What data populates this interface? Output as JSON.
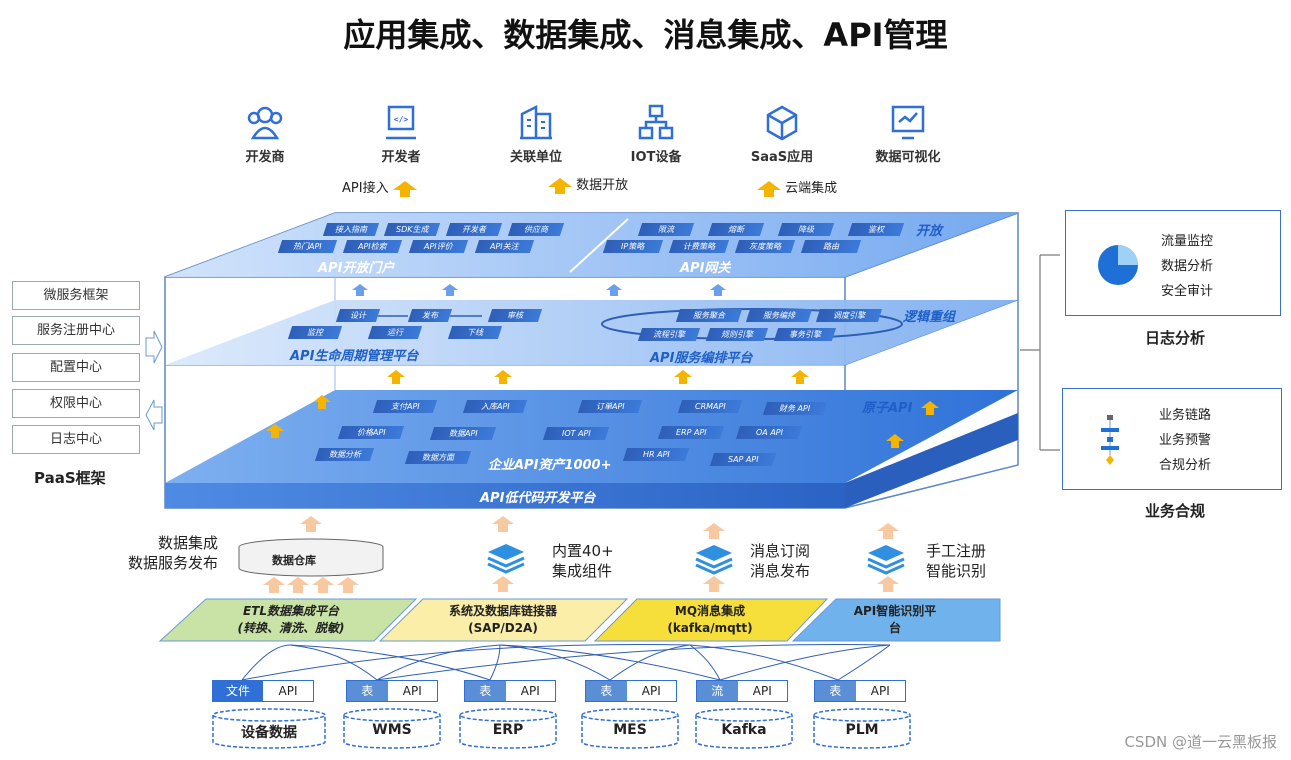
{
  "title": "应用集成、数据集成、消息集成、API管理",
  "consumers": [
    "开发商",
    "开发者",
    "关联单位",
    "IOT设备",
    "SaaS应用",
    "数据可视化"
  ],
  "flows": [
    "API接入",
    "数据开放",
    "云端集成"
  ],
  "layer_open": {
    "portal_label": "API开放门户",
    "gateway_label": "API网关",
    "corner_label": "开放",
    "portal_tags_row1": [
      "接入指南",
      "SDK生成",
      "开发者",
      "供应商"
    ],
    "portal_tags_row2": [
      "热门API",
      "API检索",
      "API评价",
      "API关注"
    ],
    "gateway_tags_row1": [
      "限流",
      "熔断",
      "降级",
      "鉴权"
    ],
    "gateway_tags_row2": [
      "IP策略",
      "计费策略",
      "灰度策略",
      "路由"
    ]
  },
  "layer_lifecycle": {
    "lifecycle_label": "API生命周期管理平台",
    "orchestration_label": "API服务编排平台",
    "corner_label": "逻辑重组",
    "lifecycle_tags_row1": [
      "设计",
      "发布",
      "审核"
    ],
    "lifecycle_tags_row2": [
      "监控",
      "运行",
      "下线"
    ],
    "orchestration_tags_row1": [
      "服务聚合",
      "服务编排",
      "调度引擎"
    ],
    "orchestration_tags_row2": [
      "流程引擎",
      "规则引擎",
      "事务引擎"
    ]
  },
  "layer_atomic": {
    "corner_label": "原子API",
    "assets_label": "企业API资产1000+",
    "lowcode_label": "API低代码开发平台",
    "tags_row1": [
      "支付API",
      "入库API",
      "订单API",
      "CRMAPI",
      "财务 API"
    ],
    "tags_row2": [
      "价格API",
      "数据API",
      "IOT API",
      "ERP API",
      "OA API"
    ],
    "tags_row3": [
      "数据分析",
      "数据方面",
      "HR API",
      "SAP API"
    ]
  },
  "paas": {
    "items": [
      "微服务框架",
      "服务注册中心",
      "配置中心",
      "权限中心",
      "日志中心"
    ],
    "label": "PaaS框架"
  },
  "log_panel": {
    "items": [
      "流量监控",
      "数据分析",
      "安全审计"
    ],
    "label": "日志分析"
  },
  "compliance_panel": {
    "items": [
      "业务链路",
      "业务预警",
      "合规分析"
    ],
    "label": "业务合规"
  },
  "components": [
    {
      "lines": [
        "数据集成",
        "数据服务发布"
      ],
      "icon_label": "数据仓库"
    },
    {
      "lines": [
        "内置40+",
        "集成组件"
      ]
    },
    {
      "lines": [
        "消息订阅",
        "消息发布"
      ]
    },
    {
      "lines": [
        "手工注册",
        "智能识别"
      ]
    }
  ],
  "platforms": [
    {
      "line1": "ETL数据集成平台",
      "line2": "(转换、清洗、脱敏)",
      "color": "#c9e3a6"
    },
    {
      "line1": "系统及数据库链接器",
      "line2": "(SAP/D2A)",
      "color": "#fbeea8"
    },
    {
      "line1": "MQ消息集成",
      "line2": "(kafka/mqtt)",
      "color": "#f7df3b"
    },
    {
      "line1": "API智能识别平",
      "line2": "台",
      "color": "#6fb2ec"
    }
  ],
  "sources": [
    {
      "type": "文件",
      "api": "API",
      "name": "设备数据"
    },
    {
      "type": "表",
      "api": "API",
      "name": "WMS"
    },
    {
      "type": "表",
      "api": "API",
      "name": "ERP"
    },
    {
      "type": "表",
      "api": "API",
      "name": "MES"
    },
    {
      "type": "流",
      "api": "API",
      "name": "Kafka"
    },
    {
      "type": "表",
      "api": "API",
      "name": "PLM"
    }
  ],
  "watermark": "CSDN @道一云黑板报",
  "colors": {
    "accent": "#2f6fd6",
    "arrow": "#f5b400",
    "light_arrow": "#f8c9a0"
  }
}
